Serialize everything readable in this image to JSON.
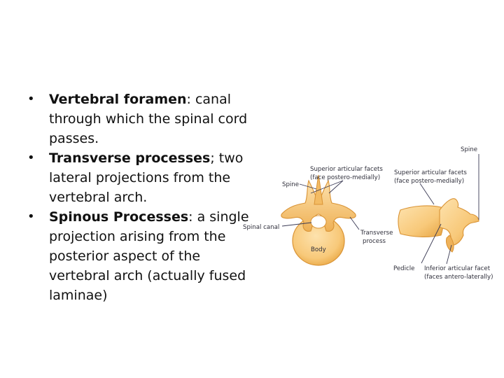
{
  "bullets": [
    {
      "term": "Vertebral foramen",
      "rest": ": canal through which the spinal cord passes."
    },
    {
      "term": "Transverse processes",
      "rest": "; two lateral projections from the vertebral arch."
    },
    {
      "term": "Spinous Processes",
      "rest": ": a single projection arising from the posterior aspect of the vertebral arch (actually fused laminae)"
    }
  ],
  "figure": {
    "labels": {
      "superior_left_1": "Superior articular facets",
      "superior_left_2": "(face postero-medially)",
      "spine_left": "Spine",
      "spinal_canal": "Spinal canal",
      "body": "Body",
      "transverse_1": "Transverse",
      "transverse_2": "process",
      "spine_right": "Spine",
      "superior_right_1": "Superior articular facets",
      "superior_right_2": "(face postero-medially)",
      "pedicle": "Pedicle",
      "inferior_1": "Inferior articular facet",
      "inferior_2": "(faces antero-laterally)"
    },
    "colors": {
      "bone_light": "#fde2ad",
      "bone_mid": "#f8c97a",
      "bone_dark": "#e9a845"
    }
  }
}
